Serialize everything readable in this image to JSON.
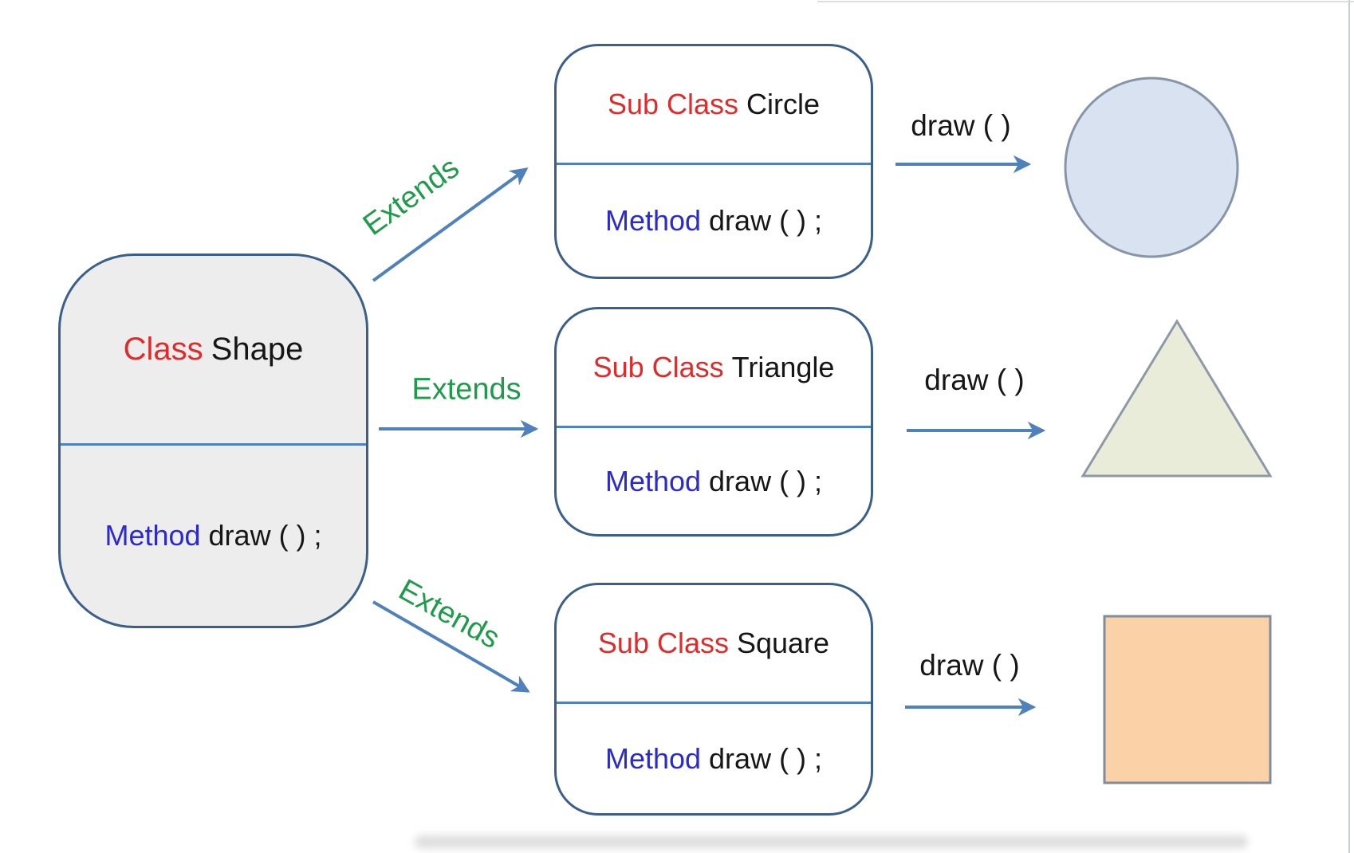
{
  "diagram": {
    "base_class": {
      "keyword": "Class",
      "name": "Shape",
      "method_keyword": "Method",
      "method_signature": "draw ( ) ;"
    },
    "subclasses": [
      {
        "keyword": "Sub Class",
        "name": "Circle",
        "method_keyword": "Method",
        "method_signature": "draw ( ) ;",
        "relation_label": "Extends",
        "output_label": "draw ( )",
        "result_shape": "circle"
      },
      {
        "keyword": "Sub Class",
        "name": "Triangle",
        "method_keyword": "Method",
        "method_signature": "draw ( ) ;",
        "relation_label": "Extends",
        "output_label": "draw ( )",
        "result_shape": "triangle"
      },
      {
        "keyword": "Sub Class",
        "name": "Square",
        "method_keyword": "Method",
        "method_signature": "draw ( ) ;",
        "relation_label": "Extends",
        "output_label": "draw ( )",
        "result_shape": "square"
      }
    ],
    "colors": {
      "class_keyword_red": "#e02b2b",
      "method_keyword_blue": "#2a2ad0",
      "extends_green": "#1e9c49",
      "arrow_blue": "#4f81bd",
      "box_border_blue": "#3a5f8b",
      "base_box_fill": "#ededee",
      "sub_box_fill": "#ffffff",
      "circle_fill": "#d9e2f0",
      "circle_stroke": "#8795a8",
      "triangle_fill": "#eaecda",
      "triangle_stroke": "#8d99a6",
      "square_fill": "#fbd1a7",
      "square_stroke": "#7f8c9b"
    }
  }
}
